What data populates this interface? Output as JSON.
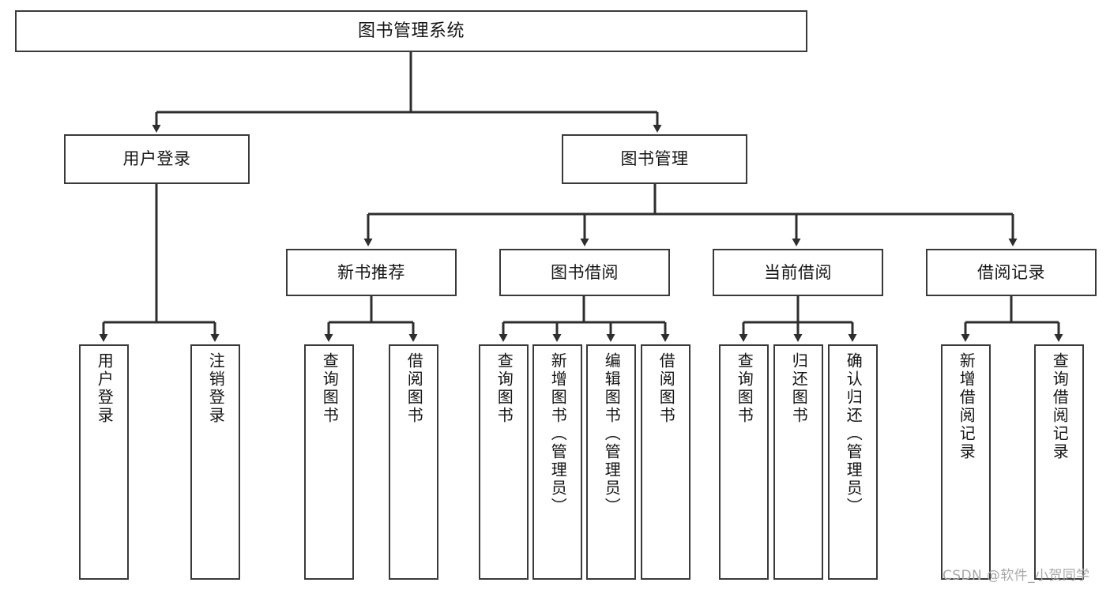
{
  "diagram": {
    "type": "tree-hierarchy-chart",
    "title": "图书管理系统",
    "watermark": "CSDN @软件_小贺同学",
    "colors": {
      "box_border": "#3a3a3a",
      "box_fill": "#ffffff",
      "connector": "#2e2e2e",
      "text": "#151515",
      "watermark": "#a8a8a8",
      "background": "#ffffff"
    },
    "nodes": {
      "root": {
        "label": "图书管理系统"
      },
      "level1": [
        {
          "label": "用户登录"
        },
        {
          "label": "图书管理"
        }
      ],
      "level2": [
        {
          "label": "新书推荐"
        },
        {
          "label": "图书借阅"
        },
        {
          "label": "当前借阅"
        },
        {
          "label": "借阅记录"
        }
      ],
      "leaves": {
        "user_login": [
          {
            "label": "用户登录"
          },
          {
            "label": "注销登录"
          }
        ],
        "new_book_recommend": [
          {
            "label": "查询图书"
          },
          {
            "label": "借阅图书"
          }
        ],
        "book_borrow": [
          {
            "label": "查询图书"
          },
          {
            "label": "新增图书（管理员）"
          },
          {
            "label": "编辑图书（管理员）"
          },
          {
            "label": "借阅图书"
          }
        ],
        "current_borrow": [
          {
            "label": "查询图书"
          },
          {
            "label": "归还图书"
          },
          {
            "label": "确认归还（管理员）"
          }
        ],
        "borrow_record": [
          {
            "label": "新增借阅记录"
          },
          {
            "label": "查询借阅记录"
          }
        ]
      }
    }
  }
}
